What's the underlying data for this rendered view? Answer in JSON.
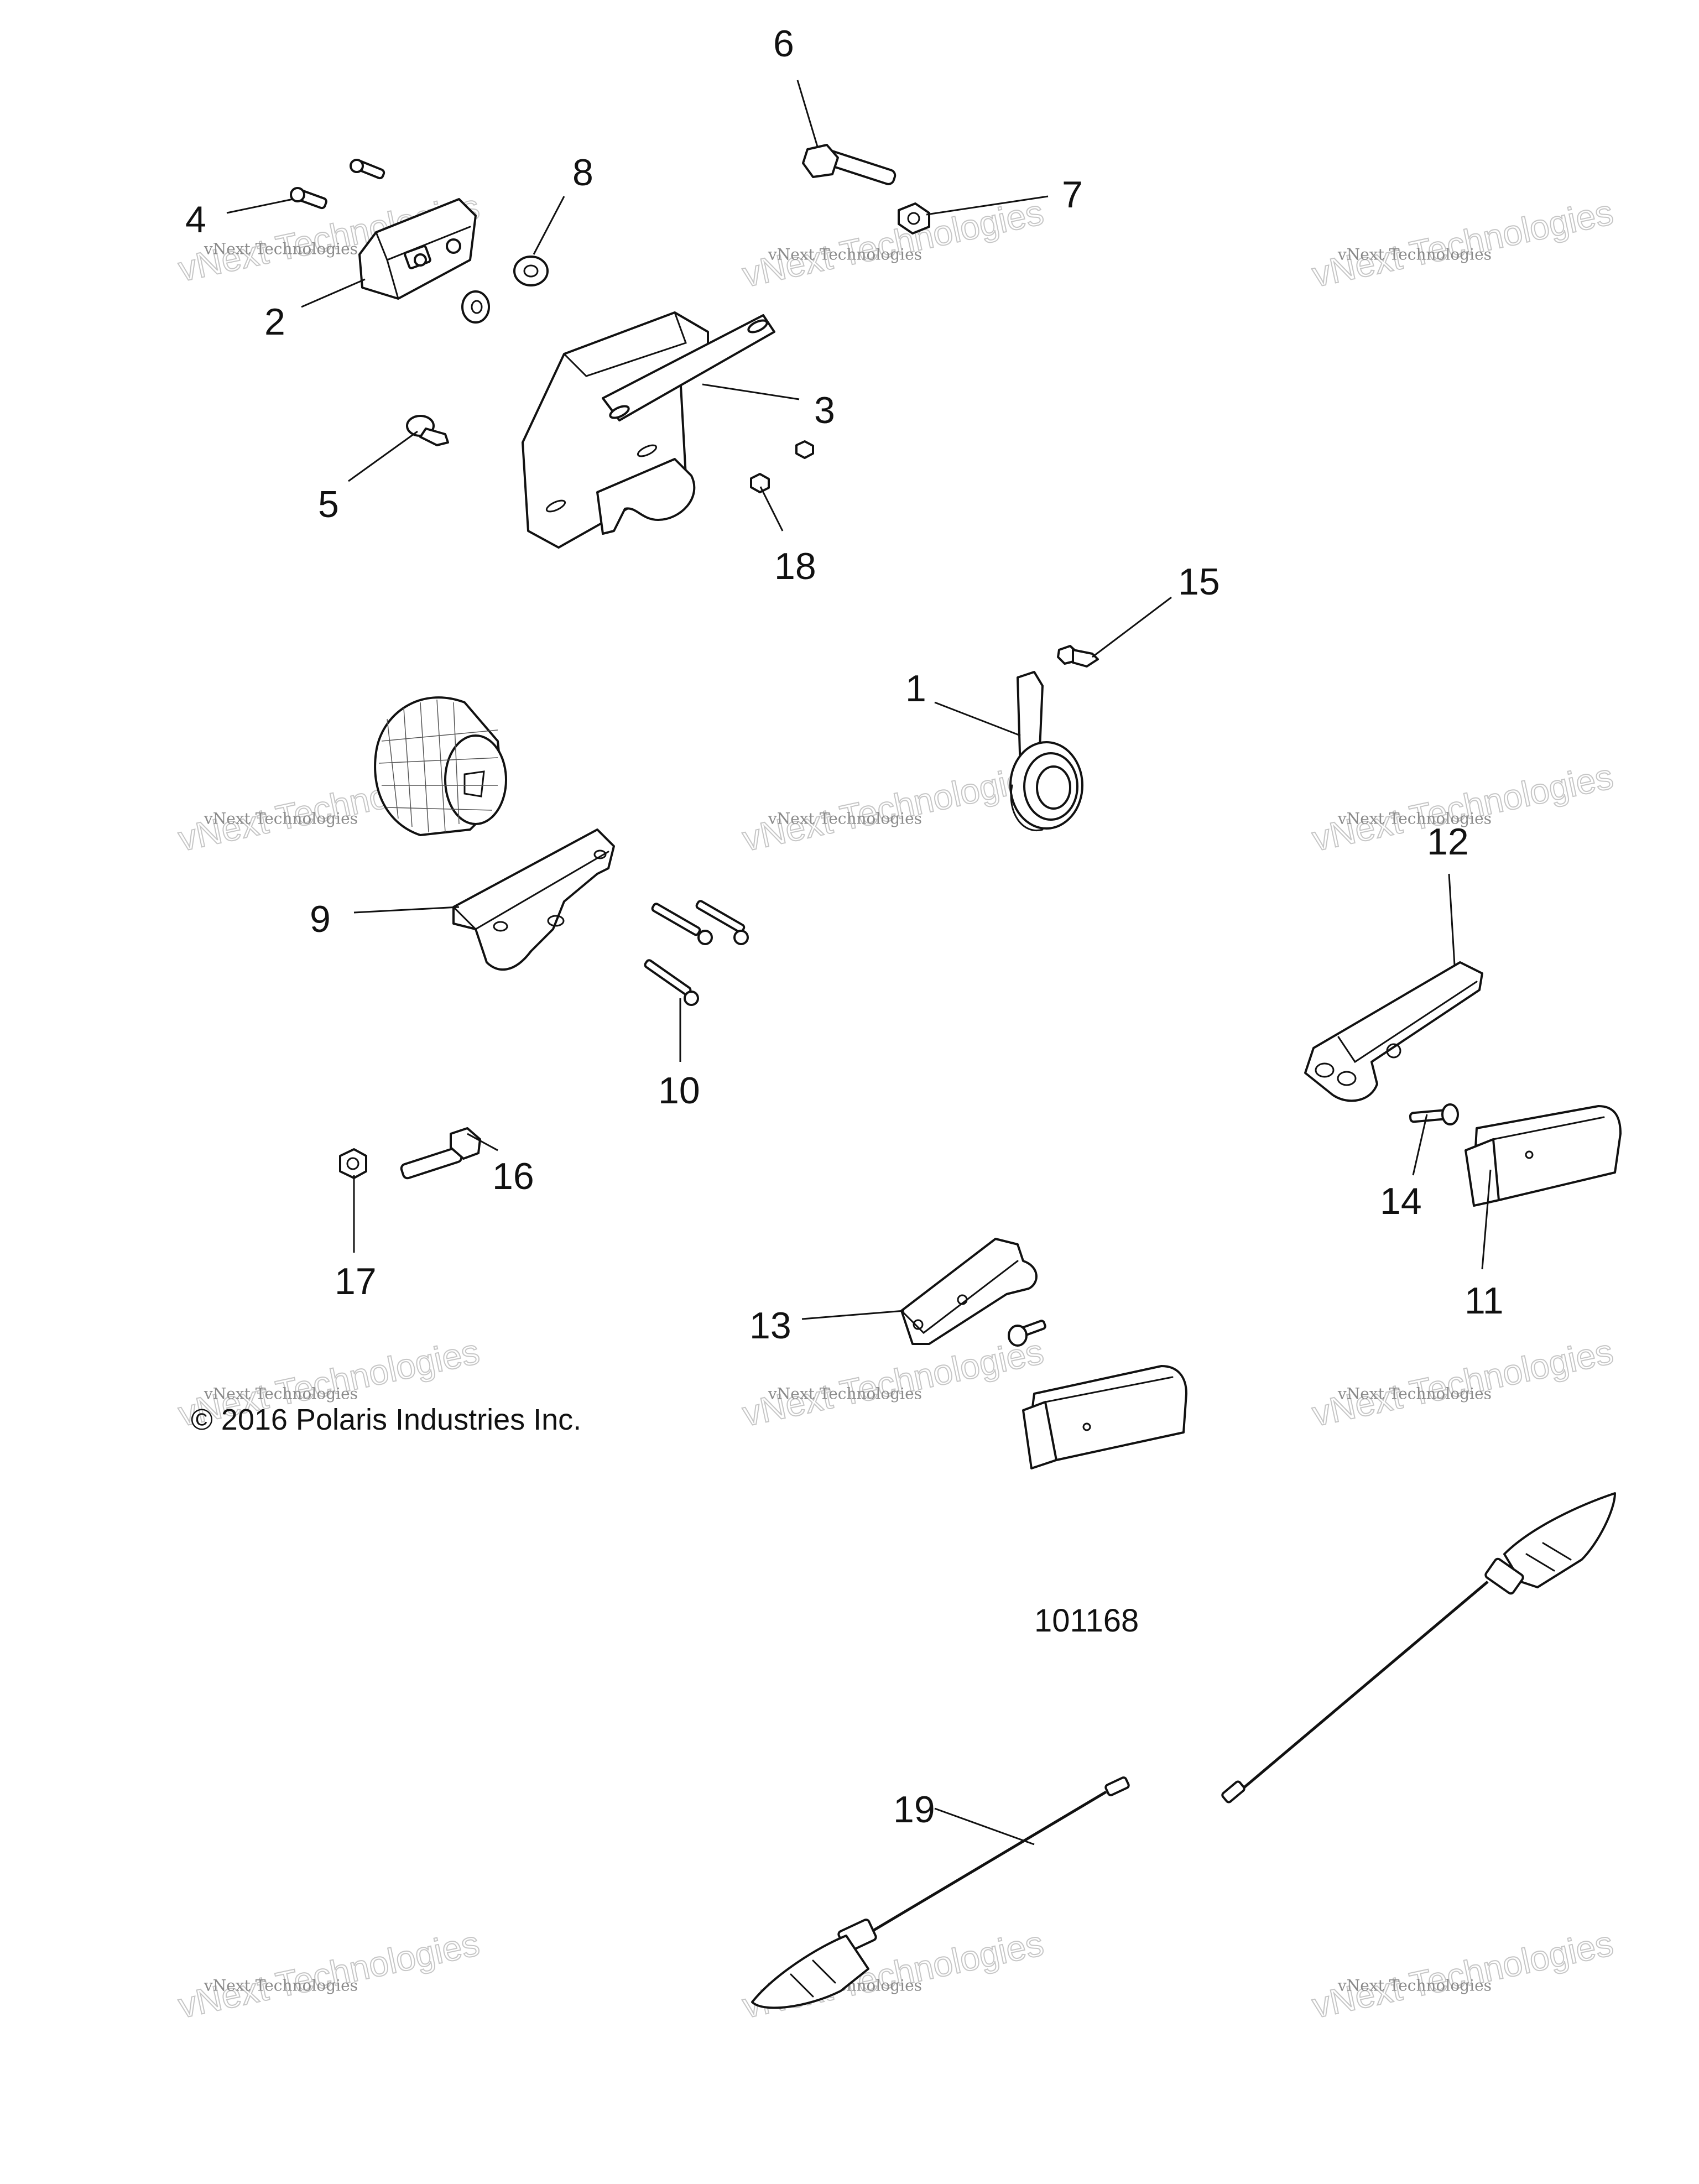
{
  "diagram": {
    "figure_number": "101168",
    "copyright": "© 2016 Polaris Industries Inc.",
    "watermark": {
      "line1": "vNext Technologies",
      "line2": "vNext Technologies"
    },
    "callouts": [
      "1",
      "2",
      "3",
      "4",
      "5",
      "6",
      "7",
      "8",
      "9",
      "10",
      "11",
      "12",
      "13",
      "14",
      "15",
      "16",
      "17",
      "18",
      "19"
    ]
  }
}
